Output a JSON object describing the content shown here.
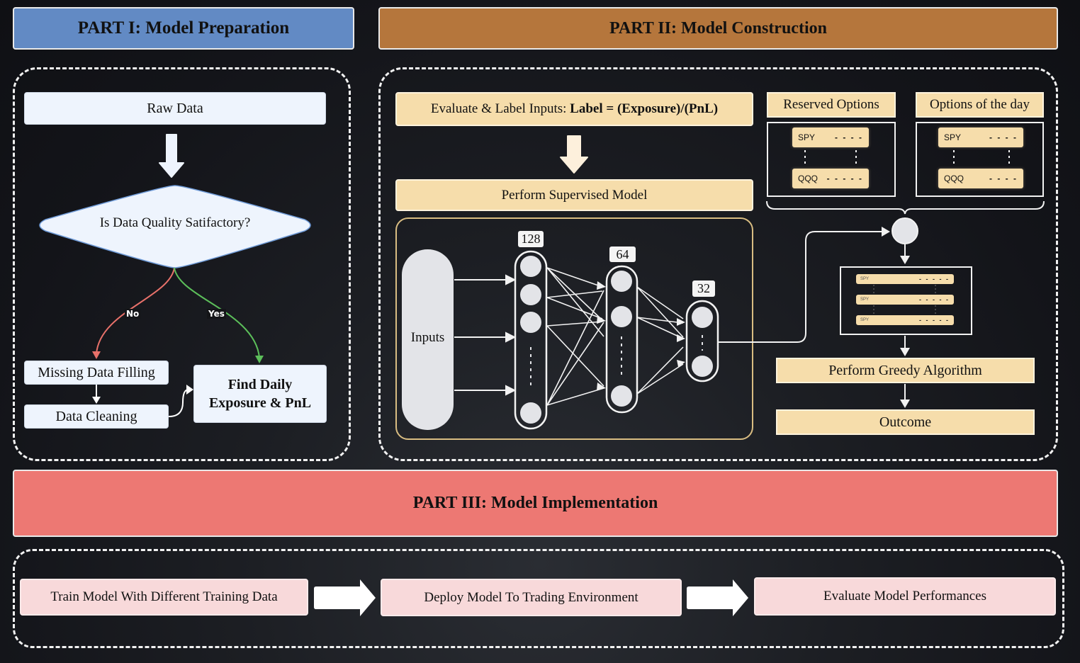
{
  "part1": {
    "title": "PART I: Model Preparation",
    "color": "#628ac4",
    "raw_data": "Raw Data",
    "decision": "Is Data Quality Satifactory?",
    "no_label": "No",
    "yes_label": "Yes",
    "missing_data": "Missing Data Filling",
    "data_cleaning": "Data Cleaning",
    "find_daily_line1": "Find Daily",
    "find_daily_line2": "Exposure & PnL"
  },
  "part2": {
    "title": "PART II: Model Construction",
    "color": "#b5763c",
    "evaluate_prefix": "Evaluate & Label Inputs: ",
    "evaluate_bold": "Label = (Exposure)/(PnL)",
    "supervised": "Perform Supervised Model",
    "network": {
      "inputs_label": "Inputs",
      "layers": [
        "128",
        "64",
        "32"
      ]
    },
    "reserved_options": {
      "title": "Reserved Options",
      "rows": [
        {
          "ticker": "SPY",
          "value": "- - - -"
        },
        {
          "ticker": "QQQ",
          "value": "- - - - -"
        }
      ]
    },
    "options_of_day": {
      "title": "Options of the day",
      "rows": [
        {
          "ticker": "SPY",
          "value": "- - - -"
        },
        {
          "ticker": "QQQ",
          "value": "- - - -"
        }
      ]
    },
    "merged_rows": [
      {
        "ticker": "SPY",
        "value": "- - - - -"
      },
      {
        "ticker": "SPY",
        "value": "- - - - -"
      },
      {
        "ticker": "SPY",
        "value": "- - - - -"
      }
    ],
    "greedy": "Perform Greedy Algorithm",
    "outcome": "Outcome"
  },
  "part3": {
    "title": "PART III: Model Implementation",
    "color": "#ed7873",
    "steps": [
      "Train Model With Different Training Data",
      "Deploy Model To Trading Environment",
      "Evaluate Model Performances"
    ]
  },
  "colors": {
    "no_edge": "#e8716a",
    "yes_edge": "#5cbf5a",
    "tan": "#f6ddab",
    "light_blue": "#eef4fd",
    "pink": "#f8d9da"
  }
}
